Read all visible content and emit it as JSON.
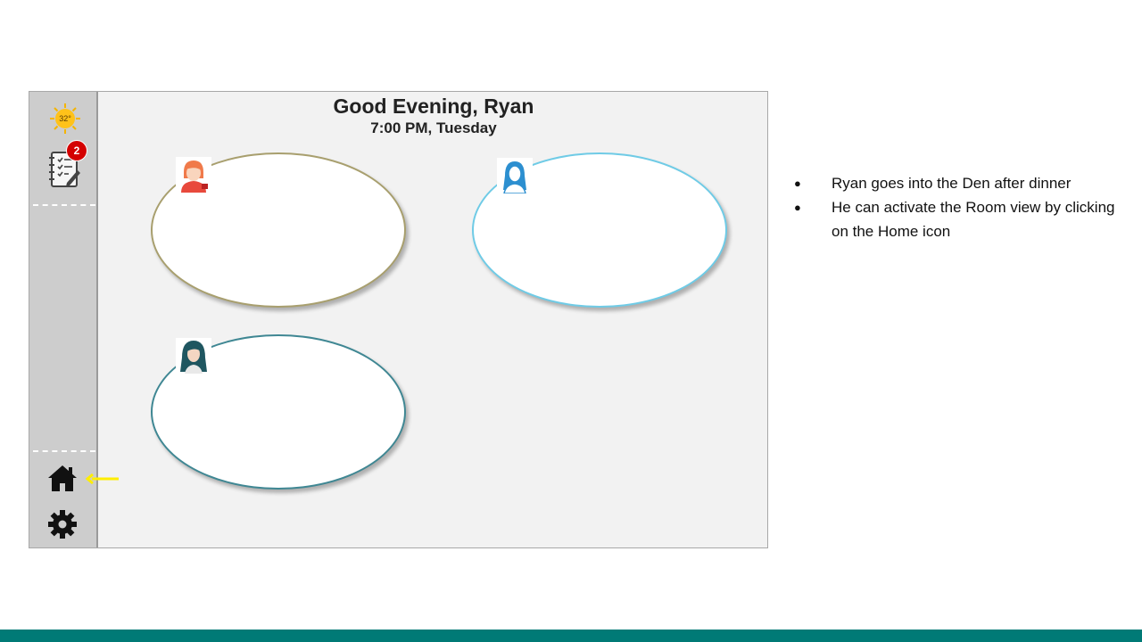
{
  "header": {
    "greeting": "Good Evening, Ryan",
    "datetime": "7:00 PM, Tuesday"
  },
  "sidebar": {
    "weather_temp": "32°",
    "weather_icon": "sun-icon",
    "tasks_icon": "notebook-checklist-icon",
    "tasks_badge": "2",
    "home_icon": "home-icon",
    "settings_icon": "gear-icon"
  },
  "people": [
    {
      "avatar": "avatar-woman-orange-hair-icon",
      "ring_color": "#a89f6e"
    },
    {
      "avatar": "avatar-woman-blue-hair-icon",
      "ring_color": "#6fcbe6"
    },
    {
      "avatar": "avatar-woman-teal-hair-icon",
      "ring_color": "#3f8793"
    }
  ],
  "notes": [
    "Ryan goes into the Den after dinner",
    "He can activate the Room view by clicking on the Home icon"
  ],
  "colors": {
    "pointer_arrow": "#ffee00",
    "footer_bar": "#007a76",
    "badge": "#d40000"
  }
}
